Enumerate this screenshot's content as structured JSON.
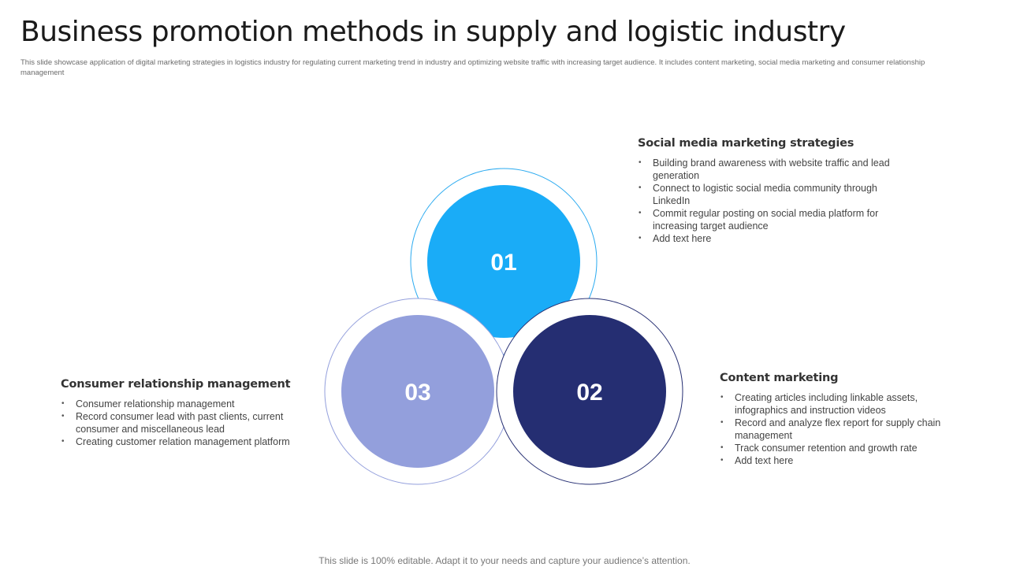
{
  "title": "Business promotion methods in supply and logistic industry",
  "subtitle": "This slide showcase application of digital marketing strategies in logistics industry for regulating current marketing trend in industry and optimizing  website traffic with increasing target audience. It includes content marketing,  social media marketing and consumer relationship management",
  "colors": {
    "circle_01": "#1AACF7",
    "circle_02": "#252E72",
    "circle_03": "#939FDC",
    "ring_01": "#2AAAF0",
    "ring_02": "#252E72",
    "ring_03": "#939FDC"
  },
  "circles": [
    {
      "number": "01"
    },
    {
      "number": "02"
    },
    {
      "number": "03"
    }
  ],
  "sections": {
    "social": {
      "heading": "Social media marketing strategies",
      "bullets": [
        "Building brand awareness with website traffic and lead generation",
        "Connect to logistic social media community through LinkedIn",
        "Commit regular posting on social media platform for increasing target audience",
        "Add text here"
      ]
    },
    "content": {
      "heading": "Content marketing",
      "bullets": [
        "Creating articles including linkable assets, infographics and instruction videos",
        "Record and analyze flex report for supply chain management",
        "Track consumer retention and growth rate",
        "Add text here"
      ]
    },
    "consumer": {
      "heading": "Consumer relationship management",
      "bullets": [
        "Consumer relationship management",
        "Record consumer lead with past clients, current consumer and miscellaneous lead",
        "Creating customer relation management platform"
      ]
    }
  },
  "footer": "This slide is 100% editable. Adapt it to your needs and capture your audience’s attention."
}
